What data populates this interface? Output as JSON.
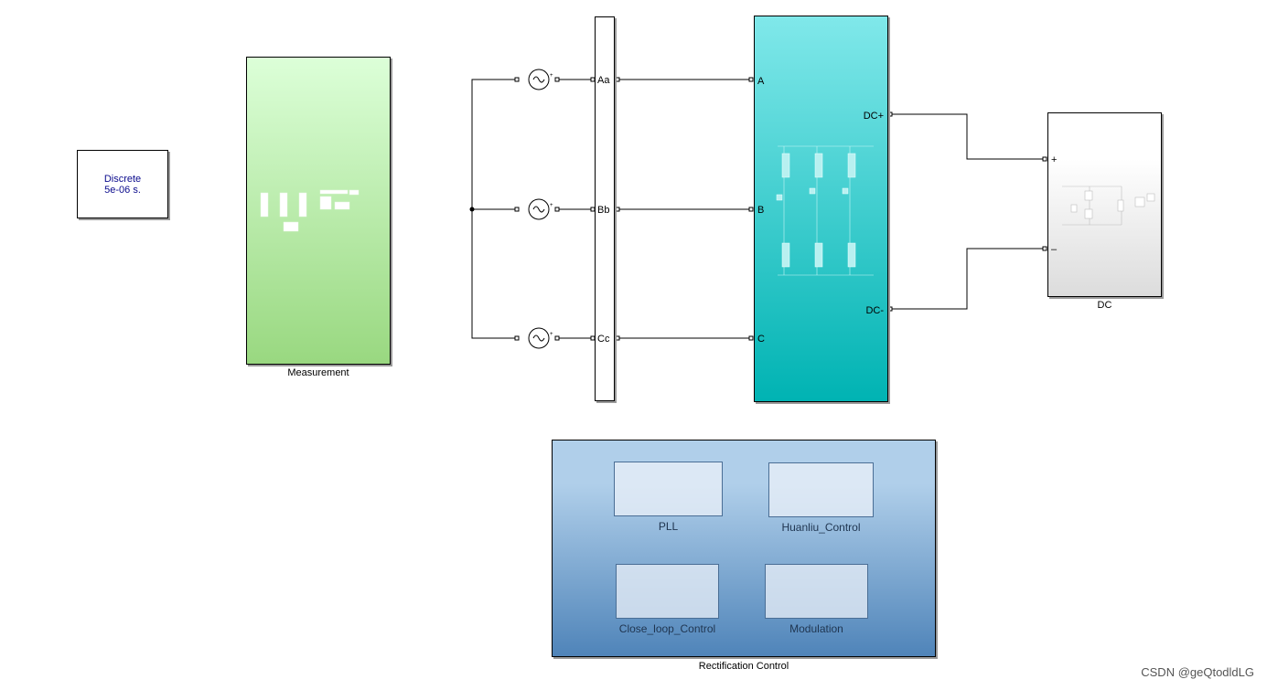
{
  "powergui": {
    "line1": "Discrete",
    "line2": "5e-06 s."
  },
  "measurement": {
    "label": "Measurement"
  },
  "bus": {
    "ports": [
      "Aa",
      "Bb",
      "Cc"
    ]
  },
  "converter": {
    "in_ports": [
      "A",
      "B",
      "C"
    ],
    "out_ports": [
      "DC+",
      "DC-"
    ]
  },
  "dc_load": {
    "label": "DC",
    "ports": [
      "+",
      "–"
    ]
  },
  "control": {
    "label": "Rectification Control",
    "subsystems": [
      "PLL",
      "Huanliu_Control",
      "Close_loop_Control",
      "Modulation"
    ]
  },
  "watermark": "CSDN @geQtodldLG",
  "colors": {
    "measurement_top": "#dcffd8",
    "measurement_bottom": "#99d880",
    "converter_top": "#80e8ea",
    "converter_bottom": "#00b3b3",
    "control_top": "#b0cfea",
    "control_bottom": "#4f84b9",
    "powergui_text": "#0a0a8c"
  },
  "icons": {
    "source": "ac-voltage-source-icon"
  }
}
